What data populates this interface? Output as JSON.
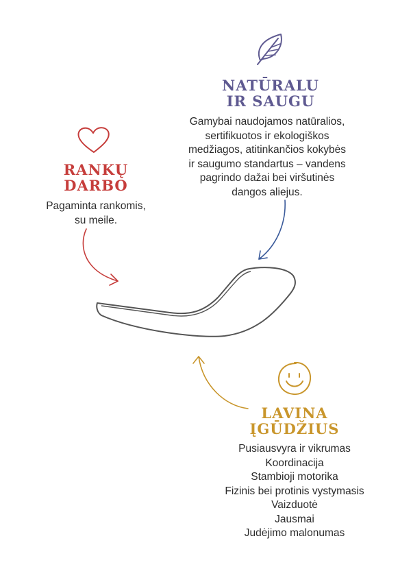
{
  "colors": {
    "natural": "#5f5a91",
    "handmade": "#c63d3b",
    "skills": "#c9962c",
    "text": "#2c2c2c",
    "board": "#555555"
  },
  "icons": {
    "natural": "leaf-icon",
    "handmade": "heart-icon",
    "skills": "smiley-icon"
  },
  "natural": {
    "title": "NATŪRALU\nIR SAUGU",
    "text": "Gamybai naudojamos natūralios,\nsertifikuotos ir ekologiškos\nmedžiagos, atitinkančios kokybės\nir saugumo standartus – vandens\npagrindo dažai bei viršutinės\ndangos aliejus."
  },
  "handmade": {
    "title": "RANKŲ\nDARBO",
    "text": "Pagaminta rankomis,\nsu meile."
  },
  "skills": {
    "title": "LAVINA\nĮGŪDŽIUS",
    "items": [
      "Pusiausvyra ir vikrumas",
      "Koordinacija",
      "Stambioji motorika",
      "Fizinis bei protinis vystymasis",
      "Vaizduotė",
      "Jausmai",
      "Judėjimo malonumas"
    ]
  }
}
